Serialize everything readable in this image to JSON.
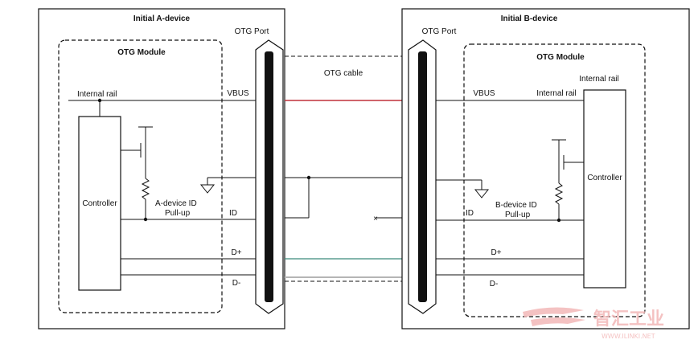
{
  "device_a": {
    "title": "Initial A-device",
    "port_label": "OTG Port",
    "module_label": "OTG Module",
    "internal_rail": "Internal rail",
    "controller": "Controller",
    "pullup_line1": "A-device  ID",
    "pullup_line2": "Pull-up",
    "signals": {
      "vbus": "VBUS",
      "id": "ID",
      "dplus": "D+",
      "dminus": "D-"
    }
  },
  "device_b": {
    "title": "Initial B-device",
    "port_label": "OTG Port",
    "module_label": "OTG Module",
    "internal_rail_top": "Internal rail",
    "internal_rail_side": "Internal rail",
    "controller": "Controller",
    "pullup_line1": "B-device  ID",
    "pullup_line2": "Pull-up",
    "signals": {
      "vbus": "VBUS",
      "id": "ID",
      "dplus": "D+",
      "dminus": "D-"
    }
  },
  "cable": {
    "label": "OTG cable",
    "colors": {
      "vbus": "#c0303a",
      "dplus": "#3a8a7a",
      "dminus": "#b5b5b5"
    }
  },
  "watermark": {
    "chinese": "智汇工业",
    "url": "WWW.ILINKI.NET",
    "color": "#f3b8b8"
  }
}
